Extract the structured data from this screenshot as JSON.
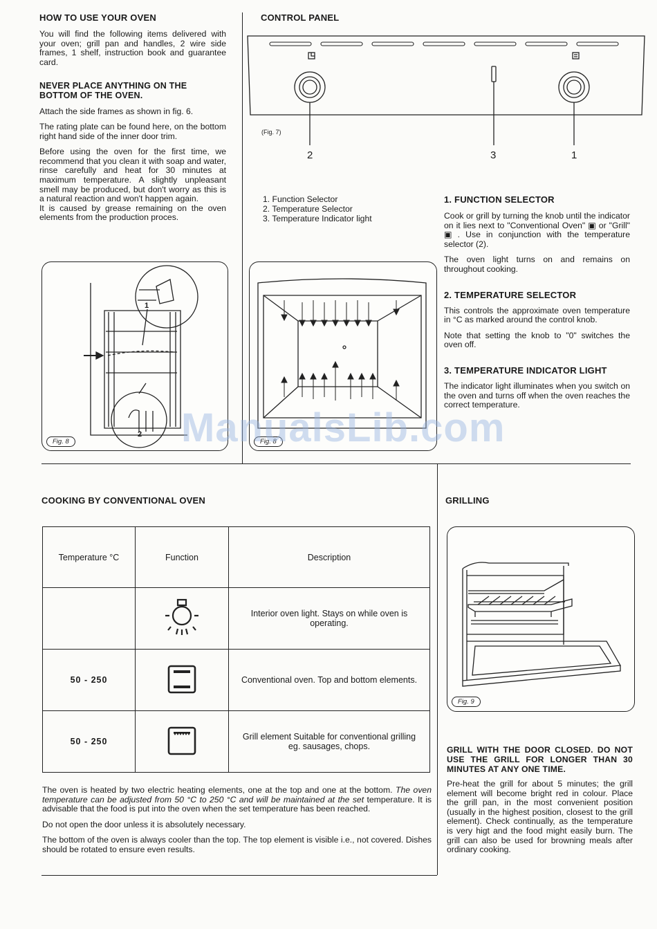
{
  "left_col": {
    "heading": "HOW TO USE YOUR OVEN",
    "p1": "You will find the following items delivered with your oven; grill pan and handles, 2 wire side frames, 1 shelf, instruction book and guarantee card.",
    "warning": "NEVER PLACE ANYTHING ON THE BOTTOM OF THE OVEN.",
    "p2": "Attach the side frames as shown in fig. 6.",
    "p3": "The rating plate can be found here, on the bottom right hand side of the inner door trim.",
    "p4": "Before using the oven for the first time, we recommend that you clean it with soap and water, rinse carefully and heat for 30 minutes at maximum temperature. A slightly unpleasant smell may be produced, but don't worry as this is a natural reaction and won't happen again.",
    "p5": "It is caused by grease remaining on the oven elements from the production proces.",
    "fig_a_label": "Fig. 8",
    "fig_a_num1": "1",
    "fig_a_num2": "2"
  },
  "control_panel": {
    "heading": "CONTROL PANEL",
    "fig_label": "(Fig. 7)",
    "callouts": [
      "2",
      "3",
      "1"
    ],
    "list": [
      "1. Function Selector",
      "2. Temperature Selector",
      "3. Temperature Indicator light"
    ],
    "fig_b_label": "Fig. 8"
  },
  "right_col": {
    "h1": "1. FUNCTION SELECTOR",
    "p1": "Cook or grill by turning the knob until the indicator on it lies next to \"Conventional Oven\" ▣ or \"Grill\" ▣ . Use in conjunction with the temperature selector (2).",
    "p2": "The oven light turns on and remains on throughout cooking.",
    "h2": "2. TEMPERATURE SELECTOR",
    "p3": "This controls the approximate oven temperature in °C as marked around the control knob.",
    "p4": "Note that setting the knob to \"0\" switches the oven off.",
    "h3": "3. TEMPERATURE INDICATOR LIGHT",
    "p5": "The indicator light illuminates when you switch on the oven and turns off when the oven reaches the correct temperature."
  },
  "cooking": {
    "heading": "COOKING BY CONVENTIONAL OVEN",
    "headers": [
      "Temperature °C",
      "Function",
      "Description"
    ],
    "rows": [
      {
        "temp": "",
        "icon": "light-bulb-icon",
        "desc": "Interior oven light. Stays on while oven is operating."
      },
      {
        "temp": "50 - 250",
        "icon": "conventional-oven-icon",
        "desc": "Conventional oven. Top and bottom elements."
      },
      {
        "temp": "50 - 250",
        "icon": "grill-icon",
        "desc": "Grill element Suitable for conventional grilling eg. sausages, chops."
      }
    ],
    "p1": "The oven is heated by two electric heating elements, one at the top and one at the bottom.",
    "p1_italic": "The oven temperature can be adjusted from 50 °C to 250 °C and will be maintained at the set",
    "p1_tail": "temperature. It is advisable that the food is put into the oven when the set temperature has been reached.",
    "p2": "Do not open the door unless it is absolutely necessary.",
    "p3": "The bottom of the oven is always cooler than the top. The top element is visible i.e., not covered. Dishes should be rotated to ensure even results."
  },
  "grilling": {
    "heading": "GRILLING",
    "fig_label": "Fig. 9",
    "warning": "GRILL WITH THE DOOR CLOSED. DO NOT USE THE GRILL FOR LONGER THAN 30 MINUTES AT ANY ONE TIME.",
    "p1": "Pre-heat the grill for about 5 minutes; the grill element will become bright red in colour. Place the grill pan, in the most convenient position (usually in the highest position, closest to the grill element). Check continually, as the temperature is very higt and the food might easily burn. The grill can also be used for browning meals after ordinary cooking."
  },
  "watermark": "ManualsLib.com"
}
